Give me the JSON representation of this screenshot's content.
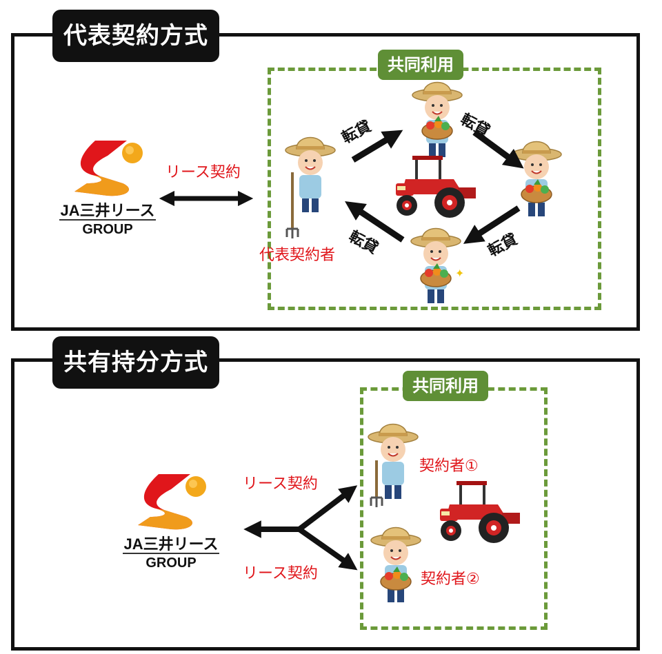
{
  "section1": {
    "title": "代表契約方式",
    "shared_use_label": "共同利用",
    "lease_label": "リース契約",
    "representative_label": "代表契約者",
    "sublease_labels": [
      "転貸",
      "転貸",
      "転貸",
      "転貸"
    ]
  },
  "section2": {
    "title": "共有持分方式",
    "shared_use_label": "共同利用",
    "lease_labels": [
      "リース契約",
      "リース契約"
    ],
    "contractor_labels": [
      "契約者①",
      "契約者②"
    ]
  },
  "logo": {
    "name": "JA三井リース",
    "group": "GROUP"
  },
  "colors": {
    "accent_red": "#e0161b",
    "green": "#6b9a3a",
    "green_tag": "#5f8f36",
    "black": "#111111"
  }
}
